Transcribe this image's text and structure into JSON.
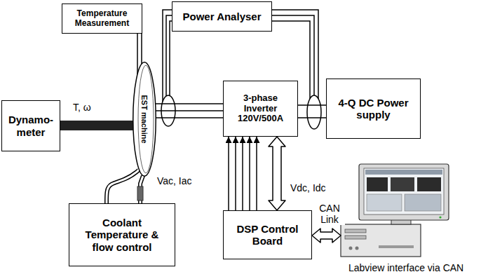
{
  "diagram": {
    "nodes": [
      {
        "text": [
          "Temperature Measurement"
        ]
      },
      {
        "text": [
          "Power Analyser"
        ]
      },
      {
        "text": [
          "Dynamo- meter"
        ]
      },
      {
        "text": [
          "EST machine"
        ]
      },
      {
        "text": [
          "3-phase Inverter 120V/500A"
        ]
      },
      {
        "text": [
          "4-Q DC Power supply"
        ]
      },
      {
        "text": [
          "Coolant Temperature & flow control"
        ]
      },
      {
        "text": [
          "DSP Control Board"
        ]
      },
      {
        "text": [
          "Labview interface via CAN"
        ]
      }
    ],
    "edges": [
      {
        "from": 2,
        "to": 3,
        "label": "T, ω",
        "arrow": "none"
      },
      {
        "from": 0,
        "to": 3,
        "arrow": "none"
      },
      {
        "from": 3,
        "to": 4,
        "label": "Vac, Iac",
        "arrow": "none"
      },
      {
        "from": 4,
        "to": 5,
        "label": "Vdc, Idc",
        "arrow": "none"
      },
      {
        "from": 6,
        "to": 3,
        "arrow": "none"
      },
      {
        "from": 7,
        "to": 4,
        "arrow": "to"
      },
      {
        "from": 7,
        "to": 4,
        "arrow": "both"
      },
      {
        "from": 7,
        "to": 8,
        "label": "CAN Link",
        "arrow": "both"
      }
    ]
  }
}
